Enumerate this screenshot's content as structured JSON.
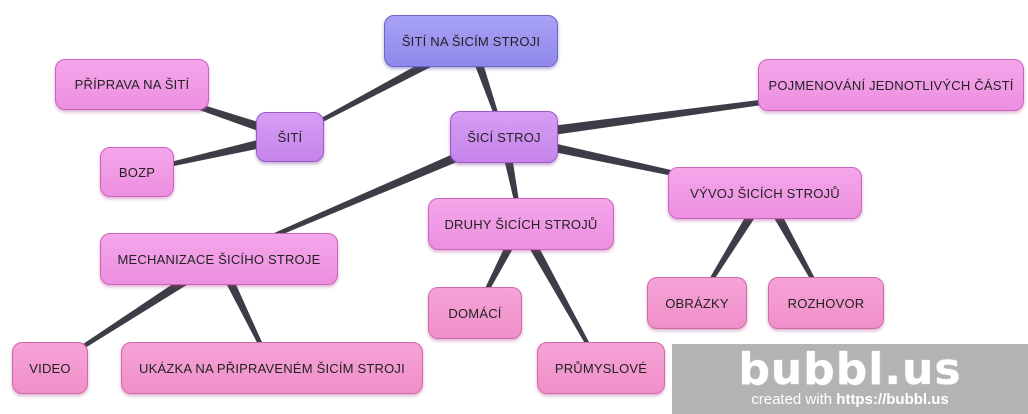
{
  "diagram": {
    "nodes": [
      {
        "id": "root",
        "label": "ŠITÍ NA ŠICÍM STROJI",
        "level": "root"
      },
      {
        "id": "siti",
        "label": "ŠITÍ",
        "level": "level1"
      },
      {
        "id": "sici-stroj",
        "label": "ŠICÍ STROJ",
        "level": "level1"
      },
      {
        "id": "priprava",
        "label": "PŘÍPRAVA NA ŠITÍ",
        "level": "level2"
      },
      {
        "id": "bozp",
        "label": "BOZP",
        "level": "level2"
      },
      {
        "id": "pojmenovani",
        "label": "POJMENOVÁNÍ JEDNOTLIVÝCH ČÁSTÍ",
        "level": "level2"
      },
      {
        "id": "mechanizace",
        "label": "MECHANIZACE ŠICÍHO STROJE",
        "level": "level2"
      },
      {
        "id": "druhy",
        "label": "DRUHY ŠICÍCH STROJŮ",
        "level": "level2"
      },
      {
        "id": "vyvoj",
        "label": "VÝVOJ ŠICÍCH STROJŮ",
        "level": "level2"
      },
      {
        "id": "video",
        "label": "VIDEO",
        "level": "level3"
      },
      {
        "id": "ukazka",
        "label": "UKÁZKA NA PŘIPRAVENÉM ŠICÍM STROJI",
        "level": "level3"
      },
      {
        "id": "domaci",
        "label": "DOMÁCÍ",
        "level": "level3"
      },
      {
        "id": "prumyslove",
        "label": "PRŮMYSLOVÉ",
        "level": "level3"
      },
      {
        "id": "obrazky",
        "label": "OBRÁZKY",
        "level": "level3"
      },
      {
        "id": "rozhovor",
        "label": "ROZHOVOR",
        "level": "level3"
      }
    ],
    "edges": [
      {
        "from": "root",
        "to": "siti"
      },
      {
        "from": "root",
        "to": "sici-stroj"
      },
      {
        "from": "siti",
        "to": "priprava"
      },
      {
        "from": "siti",
        "to": "bozp"
      },
      {
        "from": "sici-stroj",
        "to": "pojmenovani"
      },
      {
        "from": "sici-stroj",
        "to": "mechanizace"
      },
      {
        "from": "sici-stroj",
        "to": "druhy"
      },
      {
        "from": "sici-stroj",
        "to": "vyvoj"
      },
      {
        "from": "mechanizace",
        "to": "video"
      },
      {
        "from": "mechanizace",
        "to": "ukazka"
      },
      {
        "from": "druhy",
        "to": "domaci"
      },
      {
        "from": "druhy",
        "to": "prumyslove"
      },
      {
        "from": "vyvoj",
        "to": "obrazky"
      },
      {
        "from": "vyvoj",
        "to": "rozhovor"
      }
    ],
    "colors": {
      "root": "#9b95f0",
      "level1": "#cf90ef",
      "level2": "#f09ae5",
      "level3": "#f39acf",
      "connector": "#3d3d47"
    }
  },
  "watermark": {
    "logo": "bubbl.us",
    "created_text": "created with",
    "url": "https://bubbl.us"
  }
}
